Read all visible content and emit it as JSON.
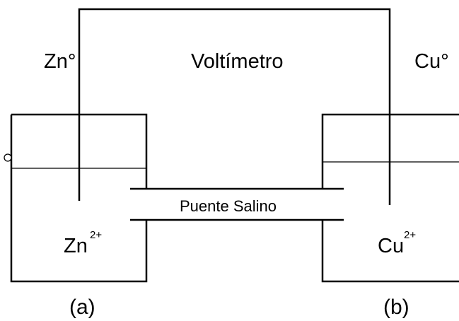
{
  "labels": {
    "zn_metal": "Zn°",
    "voltmeter": "Voltímetro",
    "cu_metal": "Cu°",
    "salt_bridge": "Puente Salino",
    "zn_ion_base": "Zn",
    "zn_ion_charge": "2+",
    "cu_ion_base": "Cu",
    "cu_ion_charge": "2+",
    "caption_a": "(a)",
    "caption_b": "(b)"
  },
  "colors": {
    "line": "#000000",
    "background": "#ffffff"
  }
}
